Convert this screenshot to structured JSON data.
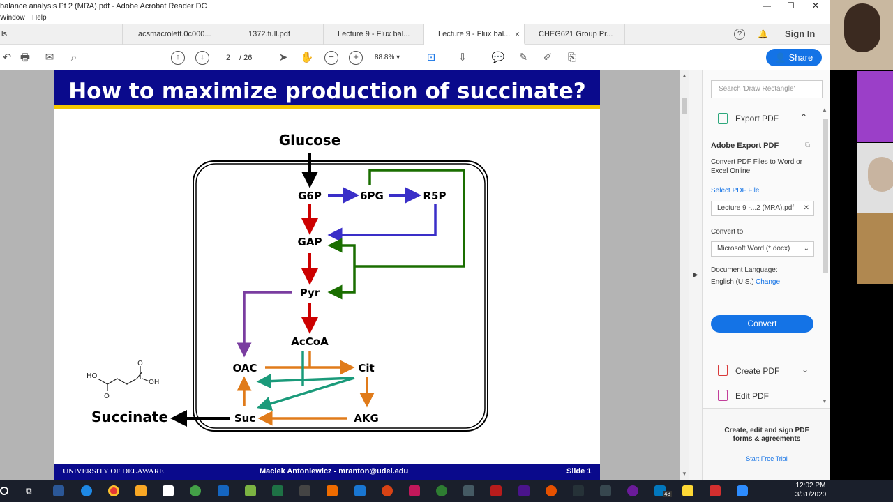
{
  "window": {
    "title": "balance analysis Pt 2 (MRA).pdf - Adobe Acrobat Reader DC",
    "min": "—",
    "max": "☐",
    "close": "✕"
  },
  "menu": [
    "Window",
    "Help"
  ],
  "tabs": [
    {
      "label": "ls"
    },
    {
      "label": "acsmacrolett.0c000..."
    },
    {
      "label": "1372.full.pdf"
    },
    {
      "label": "Lecture 9 - Flux bal..."
    },
    {
      "label": "Lecture 9 - Flux bal...",
      "active": true,
      "close": "×"
    },
    {
      "label": "CHEG621 Group Pr..."
    }
  ],
  "header_right": {
    "help": "?",
    "bell": "🔔",
    "signin": "Sign In"
  },
  "toolbar": {
    "page_current": "2",
    "page_total": "/ 26",
    "zoom": "88.8%",
    "share": "Share"
  },
  "slide": {
    "title": "How to maximize production of succinate?",
    "footer_left": "UNIVERSITY OF DELAWARE",
    "footer_center": "Maciek Antoniewicz  -  mranton@udel.edu",
    "footer_right": "Slide 1",
    "nodes": {
      "glucose": "Glucose",
      "g6p": "G6P",
      "pg6": "6PG",
      "r5p": "R5P",
      "gap": "GAP",
      "pyr": "Pyr",
      "accoa": "AcCoA",
      "oac": "OAC",
      "cit": "Cit",
      "suc": "Suc",
      "akg": "AKG",
      "succinate": "Succinate"
    },
    "molecule": {
      "ho": "HO",
      "oh": "OH",
      "o1": "O",
      "o2": "O"
    }
  },
  "sidepanel": {
    "search_placeholder": "Search 'Draw Rectangle'",
    "export_pdf": "Export PDF",
    "adobe_export": "Adobe Export PDF",
    "desc": "Convert PDF Files to Word or Excel Online",
    "select_file": "Select PDF File",
    "file": "Lecture 9 -...2 (MRA).pdf",
    "convert_to": "Convert to",
    "format": "Microsoft Word (*.docx)",
    "doc_lang": "Document Language:",
    "lang": "English (U.S.)",
    "change": "Change",
    "convert": "Convert",
    "create_pdf": "Create PDF",
    "edit_pdf": "Edit PDF",
    "promo": "Create, edit and sign PDF forms & agreements",
    "trial": "Start Free Trial"
  },
  "taskbar": {
    "time": "12:02 PM",
    "date": "3/31/2020",
    "mail_badge": "48"
  },
  "colors": {
    "red": "#cc0000",
    "blue": "#3a2fc8",
    "green": "#1a6e00",
    "purple": "#7a3da0",
    "orange": "#e07b1a",
    "teal": "#1a9a7a",
    "slide_blue": "#0a0a8c",
    "gold": "#f5c800"
  }
}
